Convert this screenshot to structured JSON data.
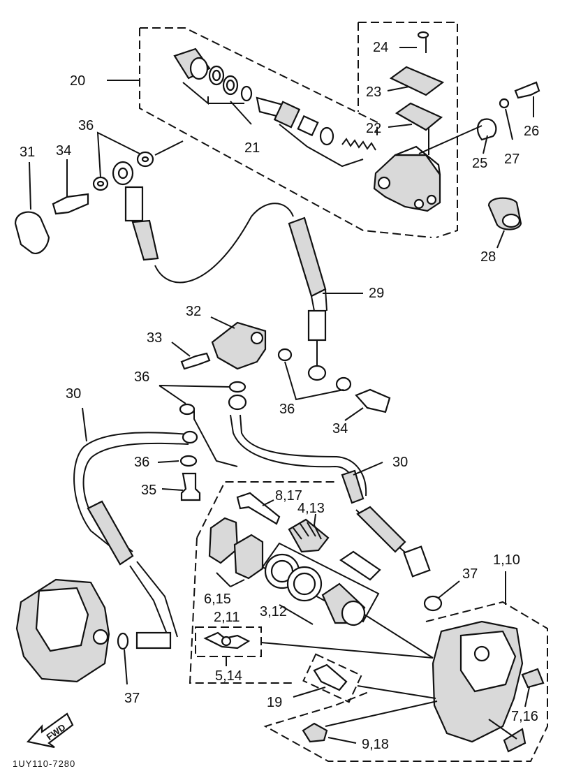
{
  "diagram": {
    "code": "1UY110-7280",
    "fwd_label": "FWD",
    "callouts": {
      "p20": "20",
      "p24": "24",
      "p23": "23",
      "p22": "22",
      "p26": "26",
      "p27": "27",
      "p25": "25",
      "p21": "21",
      "p36a": "36",
      "p31": "31",
      "p34a": "34",
      "p28": "28",
      "p29": "29",
      "p32": "32",
      "p33": "33",
      "p36b": "36",
      "p36c": "36",
      "p34b": "34",
      "p30a": "30",
      "p30b": "30",
      "p36d": "36",
      "p35": "35",
      "p817": "8,17",
      "p413": "4,13",
      "p110": "1,10",
      "p37a": "37",
      "p615": "6,15",
      "p211": "2,11",
      "p312": "3,12",
      "p514": "5,14",
      "p19": "19",
      "p37b": "37",
      "p716": "7,16",
      "p918": "9,18"
    }
  }
}
